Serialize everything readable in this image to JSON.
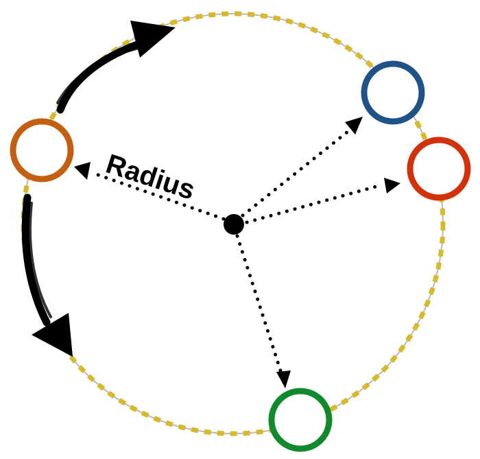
{
  "diagram": {
    "radius_label": "Radius"
  },
  "colors": {
    "track_dash": "#d9b92c",
    "track_line": "#b8b8b8",
    "node_orange": "#c45e12",
    "node_blue": "#1f5388",
    "node_red": "#d2320a",
    "node_green": "#108a2c",
    "ink": "#000000"
  },
  "nodes": [
    {
      "name": "orange-circle-node",
      "color": "node_orange"
    },
    {
      "name": "blue-circle-node",
      "color": "node_blue"
    },
    {
      "name": "red-circle-node",
      "color": "node_red"
    },
    {
      "name": "green-circle-node",
      "color": "node_green"
    }
  ]
}
